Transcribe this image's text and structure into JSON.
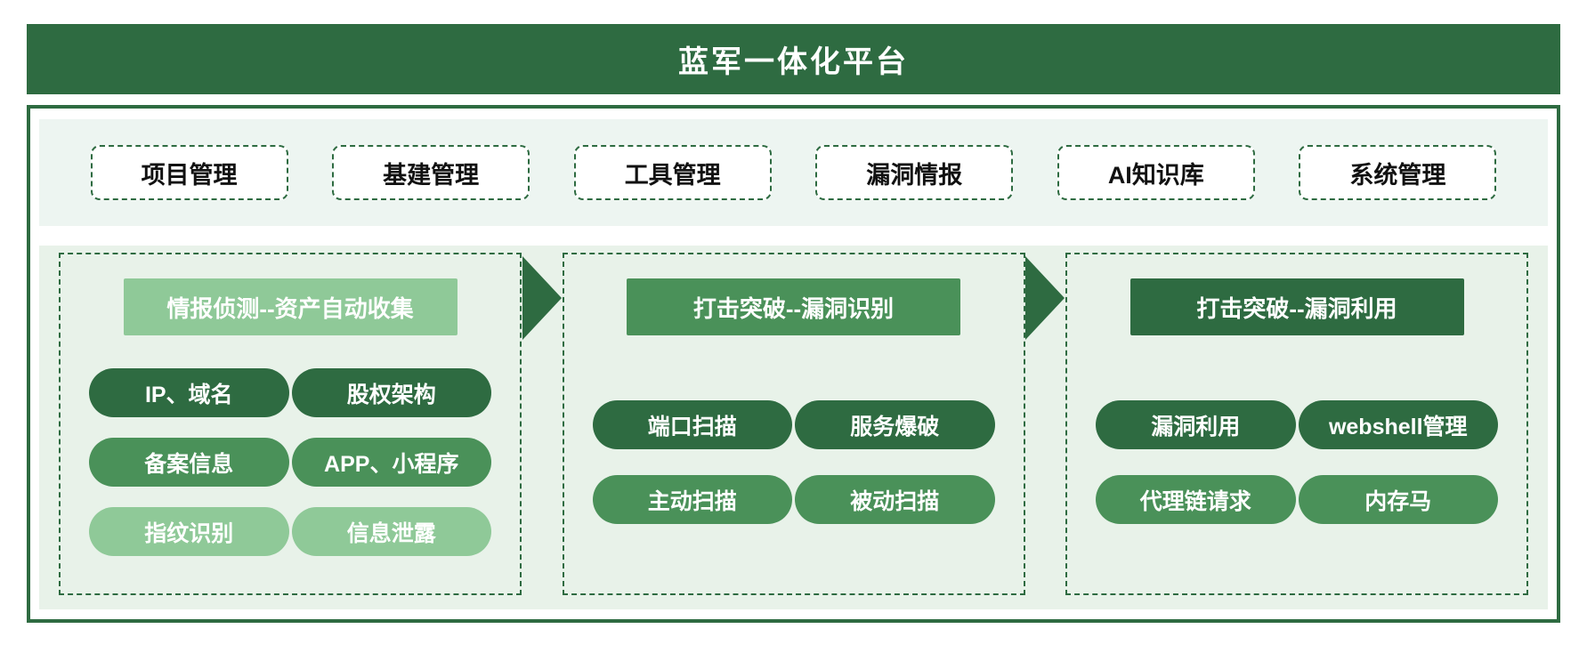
{
  "title": "蓝军一体化平台",
  "colors": {
    "dark_green": "#2E6B41",
    "medium_green": "#4A9159",
    "light_green": "#8FC998",
    "strip_bg": "#EDF5F1",
    "main_bg": "#E8F2E9",
    "tab_text": "#111111"
  },
  "tabs": [
    {
      "label": "项目管理"
    },
    {
      "label": "基建管理"
    },
    {
      "label": "工具管理"
    },
    {
      "label": "漏洞情报"
    },
    {
      "label": "AI知识库"
    },
    {
      "label": "系统管理"
    }
  ],
  "panels": [
    {
      "header": "情报侦测--资产自动收集",
      "pills": [
        {
          "label": "IP、域名"
        },
        {
          "label": "股权架构"
        },
        {
          "label": "备案信息"
        },
        {
          "label": "APP、小程序"
        },
        {
          "label": "指纹识别"
        },
        {
          "label": "信息泄露"
        }
      ]
    },
    {
      "header": "打击突破--漏洞识别",
      "pills": [
        {
          "label": "端口扫描"
        },
        {
          "label": "服务爆破"
        },
        {
          "label": "主动扫描"
        },
        {
          "label": "被动扫描"
        }
      ]
    },
    {
      "header": "打击突破--漏洞利用",
      "pills": [
        {
          "label": "漏洞利用"
        },
        {
          "label": "webshell管理"
        },
        {
          "label": "代理链请求"
        },
        {
          "label": "内存马"
        }
      ]
    }
  ]
}
